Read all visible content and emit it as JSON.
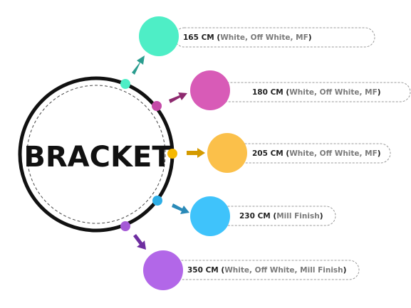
{
  "title": "BRACKET",
  "items": [
    {
      "size": "165 CM",
      "open": "(",
      "options": "White, Off White, MF",
      "close": ")",
      "color": "#4eeec6",
      "dot_color": "#4eeec6",
      "arrow_color": "#2a9d8f"
    },
    {
      "size": "180 CM",
      "open": "(",
      "options": "White, Off White, MF",
      "close": ")",
      "color": "#d85bb7",
      "dot_color": "#c54aa8",
      "arrow_color": "#8e2a6f"
    },
    {
      "size": "205 CM",
      "open": "(",
      "options": "White, Off White, MF",
      "close": ")",
      "color": "#fbc04a",
      "dot_color": "#f6b800",
      "arrow_color": "#d49a00"
    },
    {
      "size": "230 CM",
      "open": "(",
      "options": "Mill Finish",
      "close": ")",
      "color": "#3fc3fb",
      "dot_color": "#2eaee6",
      "arrow_color": "#2a8ab8"
    },
    {
      "size": "350 CM",
      "open": "(",
      "options": "White, Off White, Mill Finish",
      "close": ")",
      "color": "#b267e8",
      "dot_color": "#a559d6",
      "arrow_color": "#6e2ea0"
    }
  ]
}
